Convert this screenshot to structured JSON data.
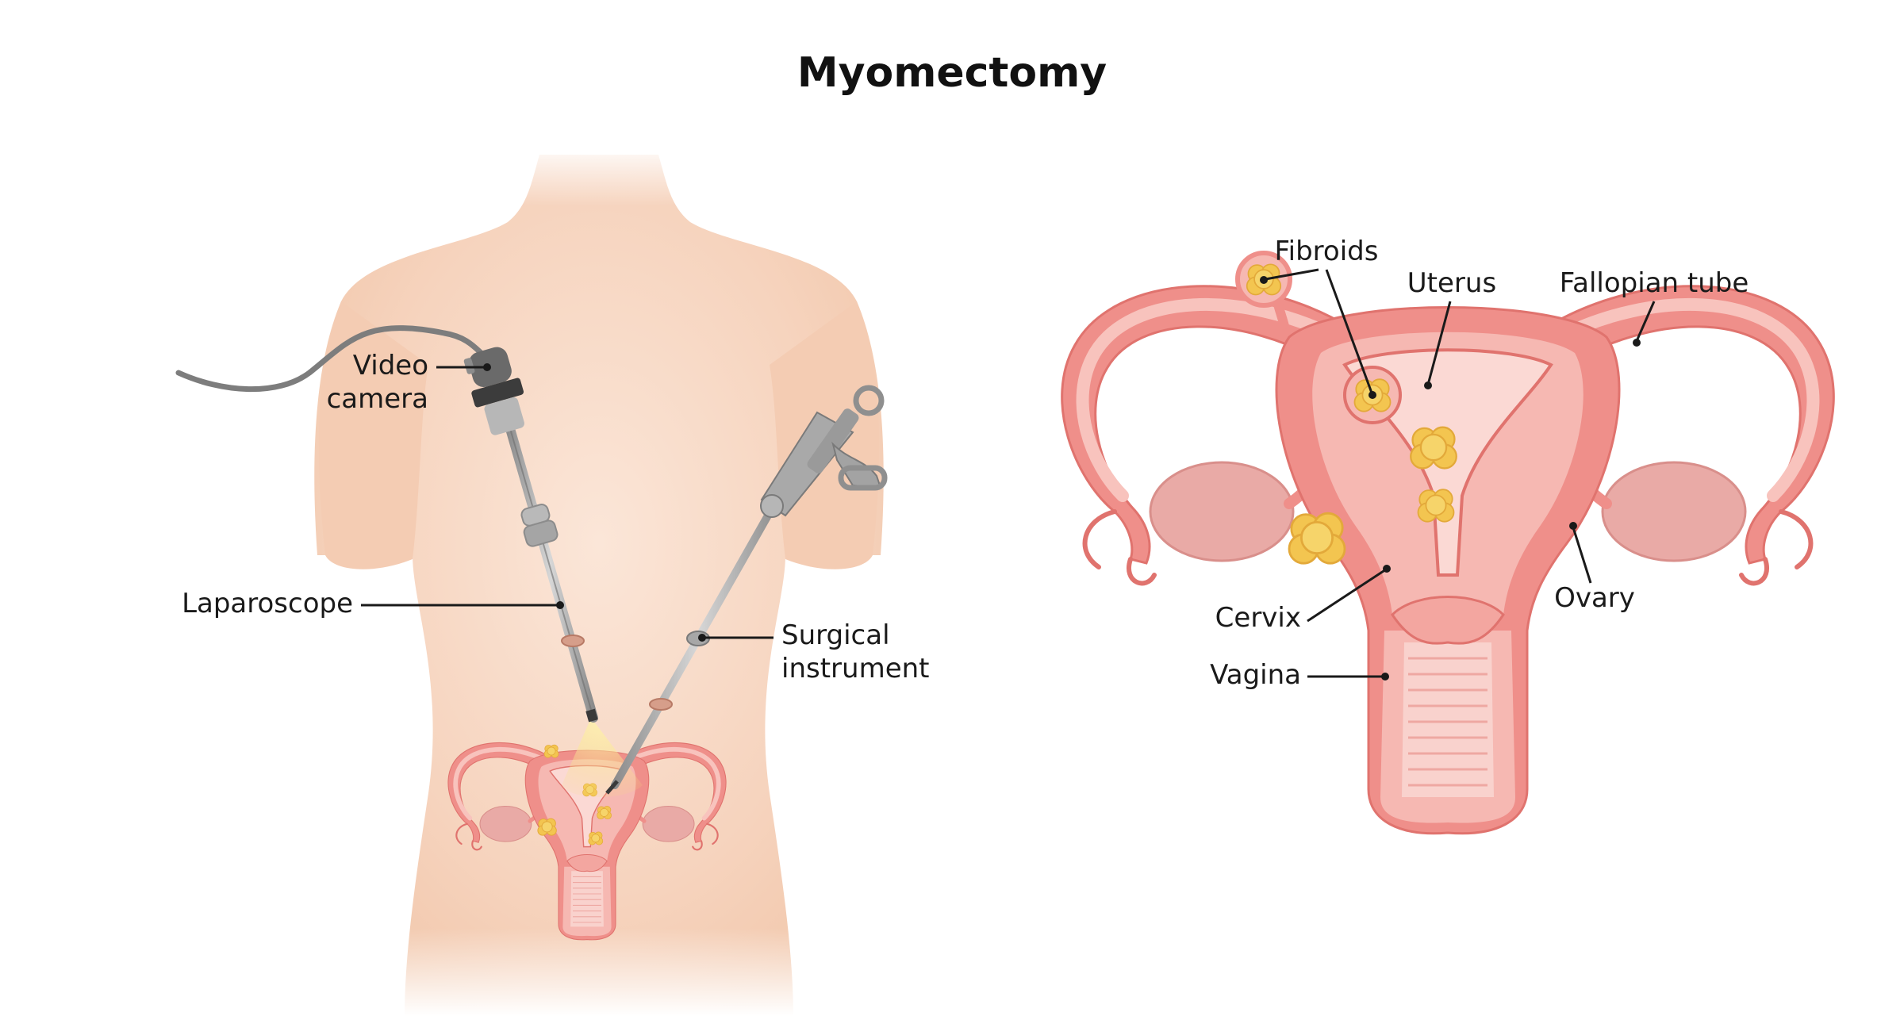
{
  "title": "Myomectomy",
  "labels": {
    "video_camera_line1": "Video",
    "video_camera_line2": "camera",
    "laparoscope": "Laparoscope",
    "surgical_instrument_line1": "Surgical",
    "surgical_instrument_line2": "instrument",
    "fibroids": "Fibroids",
    "uterus": "Uterus",
    "fallopian_tube": "Fallopian tube",
    "ovary": "Ovary",
    "cervix": "Cervix",
    "vagina": "Vagina"
  },
  "colors": {
    "skin": "#f6d3bd",
    "uterus_outer": "#ef8f8a",
    "uterus_inner": "#f6b8b2",
    "uterus_cavity": "#fbd9d4",
    "ovary": "#e9aaa6",
    "fibroid": "#f3c550",
    "instrument": "#a9a9a9",
    "light": "#f7df7a"
  }
}
